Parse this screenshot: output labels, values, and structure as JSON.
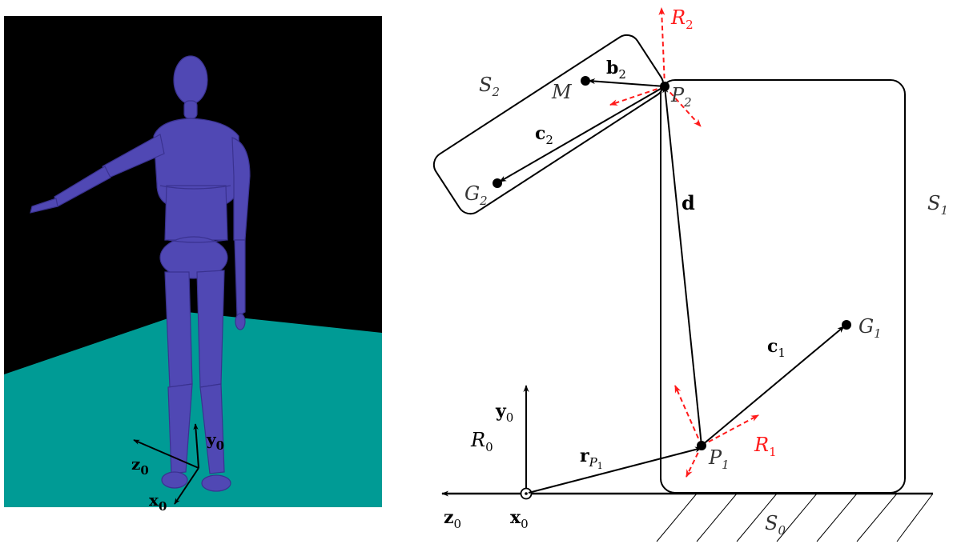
{
  "colors": {
    "background": "#ffffff",
    "render_sky": "#000000",
    "render_floor": "#009b95",
    "mannequin": "#5048b4",
    "mannequin_shadow": "#3a3290",
    "ink": "#000000",
    "frame_red": "#ff1a1a"
  },
  "render": {
    "axis_z": {
      "main": "z",
      "sub": "0"
    },
    "axis_y": {
      "main": "y",
      "sub": "0"
    },
    "axis_x": {
      "main": "x",
      "sub": "0"
    }
  },
  "diagram": {
    "frames": {
      "r0": {
        "main": "R",
        "sub": "0"
      },
      "r1": {
        "main": "R",
        "sub": "1"
      },
      "r2": {
        "main": "R",
        "sub": "2"
      }
    },
    "bodies": {
      "s0": {
        "main": "S",
        "sub": "0"
      },
      "s1": {
        "main": "S",
        "sub": "1"
      },
      "s2": {
        "main": "S",
        "sub": "2"
      }
    },
    "points": {
      "m": "M",
      "p1": {
        "main": "P",
        "sub": "1"
      },
      "p2": {
        "main": "P",
        "sub": "2"
      },
      "g1": {
        "main": "G",
        "sub": "1"
      },
      "g2": {
        "main": "G",
        "sub": "2"
      }
    },
    "vectors": {
      "b2": {
        "main": "b",
        "sub": "2"
      },
      "c1": {
        "main": "c",
        "sub": "1"
      },
      "c2": {
        "main": "c",
        "sub": "2"
      },
      "d": "d",
      "rp1": {
        "main": "r",
        "sub": "P",
        "subsub": "1"
      }
    },
    "axes": {
      "z0": {
        "main": "z",
        "sub": "0"
      },
      "y0": {
        "main": "y",
        "sub": "0"
      },
      "x0": {
        "main": "x",
        "sub": "0"
      }
    }
  }
}
